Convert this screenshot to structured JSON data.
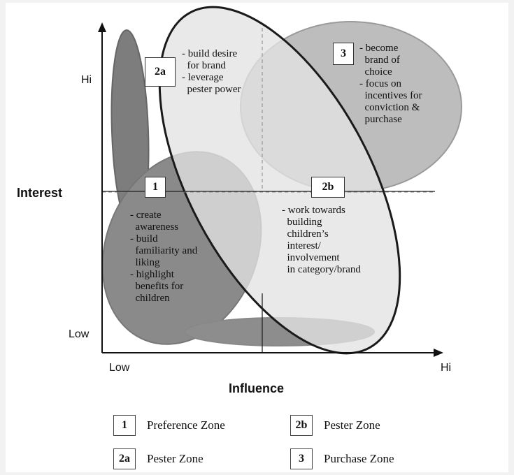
{
  "axes": {
    "y_title": "Interest",
    "x_title": "Influence",
    "y_hi": "Hi",
    "y_low": "Low",
    "x_low": "Low",
    "x_hi": "Hi"
  },
  "zones": {
    "z1": {
      "badge": "1",
      "notes": "- create\n  awareness\n- build\n  familiarity and\n  liking\n- highlight\n  benefits for\n  children"
    },
    "z2a": {
      "badge": "2a",
      "notes": "- build desire\n  for brand\n- leverage\n  pester power"
    },
    "z2b": {
      "badge": "2b",
      "notes": "- work towards\n  building\n  children’s\n  interest/\n  involvement\n  in category/brand"
    },
    "z3": {
      "badge": "3",
      "notes": "- become\n  brand of\n  choice\n- focus on\n  incentives for\n  conviction &\n  purchase"
    }
  },
  "legend": [
    {
      "key": "1",
      "label": "Preference Zone"
    },
    {
      "key": "2b",
      "label": "Pester Zone"
    },
    {
      "key": "2a",
      "label": "Pester Zone"
    },
    {
      "key": "3",
      "label": "Purchase Zone"
    }
  ],
  "colors": {
    "dark_zone": "#7d7d7d",
    "mid_zone": "#bdbdbd",
    "light_zone": "#e3e3e3",
    "outline": "#1a1a1a"
  }
}
